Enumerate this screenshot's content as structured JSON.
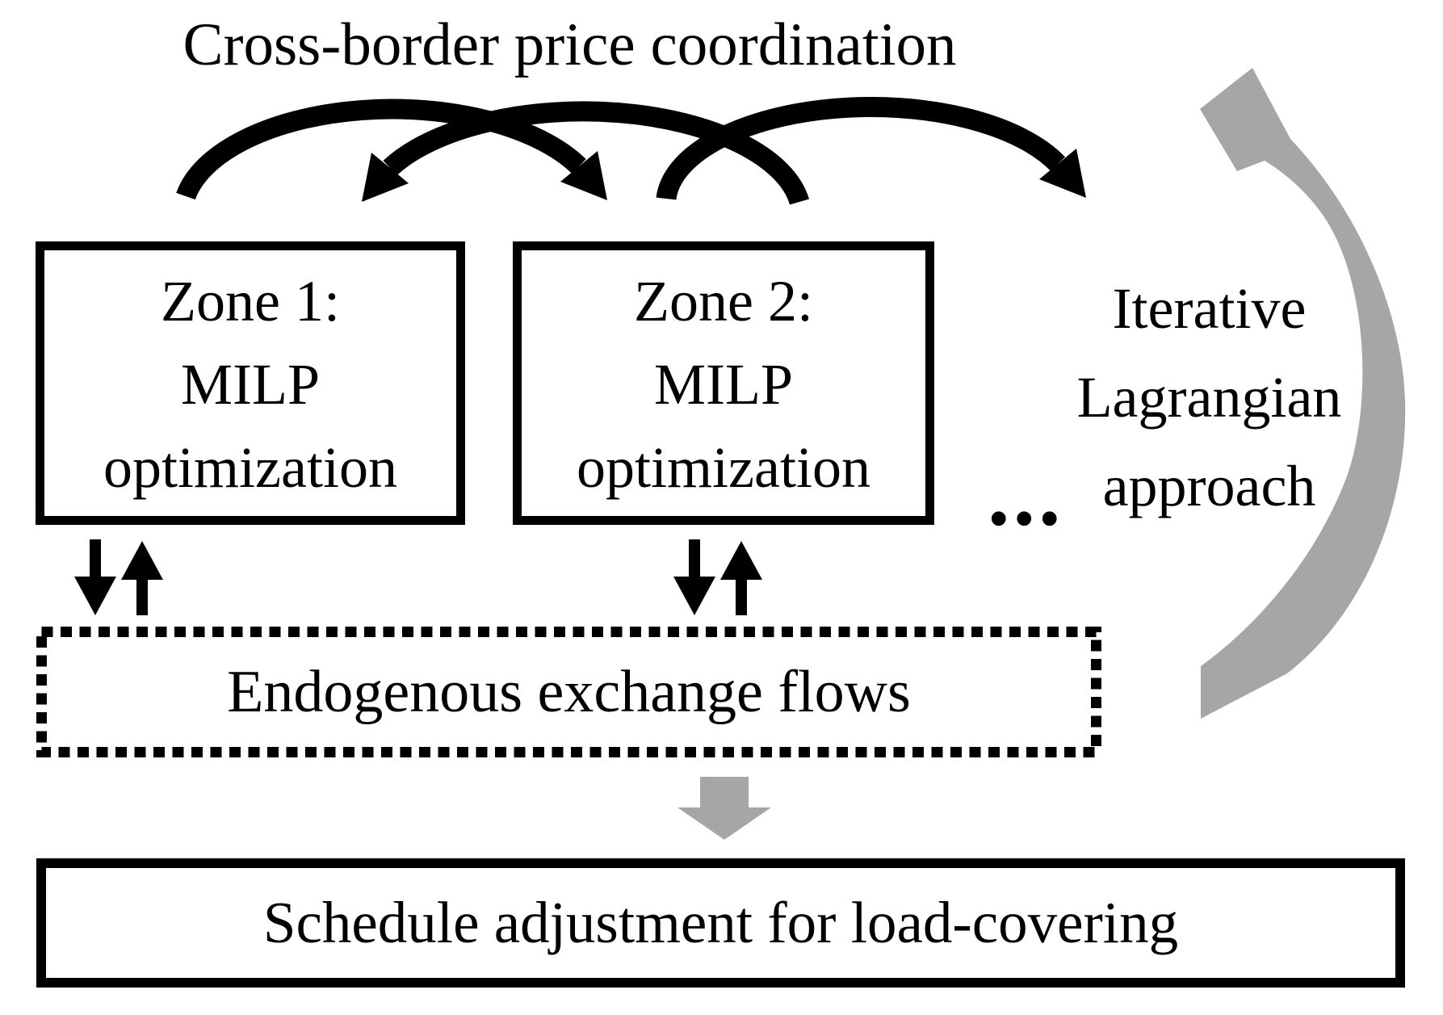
{
  "diagram": {
    "title": "Cross-border price coordination",
    "zone1": {
      "lines": [
        "Zone 1:",
        "MILP",
        "optimization"
      ]
    },
    "zone2": {
      "lines": [
        "Zone 2:",
        "MILP",
        "optimization"
      ]
    },
    "more_zones_ellipsis": "...",
    "loop_label": {
      "lines": [
        "Iterative",
        "Lagrangian",
        "approach"
      ]
    },
    "exchange_box_label": "Endogenous exchange flows",
    "schedule_box_label": "Schedule adjustment for load-covering"
  },
  "colors": {
    "ink": "#000000",
    "gray_arrow": "#a6a6a6",
    "background": "#ffffff"
  }
}
